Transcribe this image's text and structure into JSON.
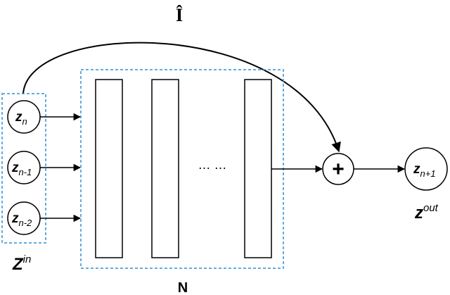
{
  "skip_label": "Î",
  "input_group_label": {
    "base": "Z",
    "sup": "in"
  },
  "inputs": [
    {
      "base": "z",
      "sub": "n"
    },
    {
      "base": "z",
      "sub": "n-1"
    },
    {
      "base": "z",
      "sub": "n-2"
    }
  ],
  "network_label": "N",
  "ellipsis": "… …",
  "sum_symbol": "+",
  "output": {
    "base": "z",
    "sub": "n+1"
  },
  "output_label": {
    "base": "z",
    "sup": "out"
  },
  "colors": {
    "dashed_box": "#2f8fd6",
    "stroke": "#000000"
  }
}
